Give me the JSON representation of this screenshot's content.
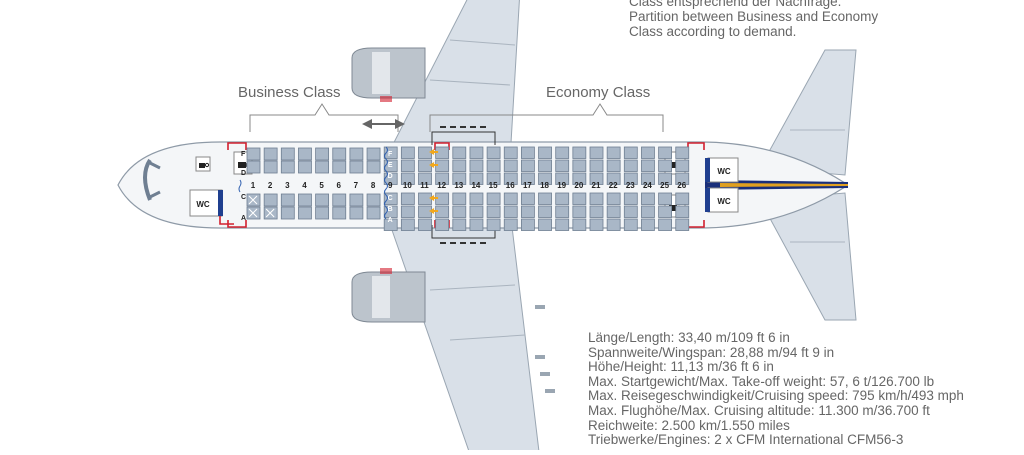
{
  "note_lines": [
    "Class entsprechend der Nachfrage.",
    "Partition between Business and Economy",
    "Class according to demand."
  ],
  "labels": {
    "business": "Business Class",
    "economy": "Economy Class",
    "wc": "WC"
  },
  "row_numbers": [
    "1",
    "2",
    "3",
    "4",
    "5",
    "6",
    "7",
    "8",
    "9",
    "10",
    "11",
    "12",
    "13",
    "14",
    "15",
    "16",
    "17",
    "18",
    "19",
    "20",
    "21",
    "22",
    "23",
    "24",
    "25",
    "26"
  ],
  "seat_letters_business": [
    "F",
    "D",
    "C",
    "A"
  ],
  "seat_letters_row9": [
    "F",
    "E",
    "D",
    "C",
    "B",
    "A"
  ],
  "specs": [
    "Länge/Length: 33,40 m/109 ft 6 in",
    "Spannweite/Wingspan: 28,88 m/94 ft 9 in",
    "Höhe/Height: 11,13 m/36 ft 6 in",
    "Max. Startgewicht/Max. Take-off weight: 57, 6 t/126.700 lb",
    "Max. Reisegeschwindigkeit/Cruising speed: 795 km/h/493 mph",
    "Max. Flughöhe/Max. Cruising altitude: 11.300 m/36.700 ft",
    "Reichweite: 2.500 km/1.550 miles",
    "Triebwerke/Engines: 2 x CFM International CFM56-3"
  ],
  "colors": {
    "seat": "#a9b7c7",
    "seat_border": "#6f7f92",
    "fuselage": "#f4f6f8",
    "wing": "#d9e0e8",
    "engine": "#bcc4cc",
    "door_red": "#d2202f",
    "exit_yellow": "#f2a81c",
    "wc_blue": "#1f3f8f",
    "tail_blue": "#1a2f7a",
    "tail_gold": "#e0a020",
    "text_gray": "#666666"
  },
  "icons": [
    "coffee-cup-icon",
    "curtain-divider-icon",
    "partition-arrow-icon",
    "emergency-exit-arrow-icon"
  ]
}
